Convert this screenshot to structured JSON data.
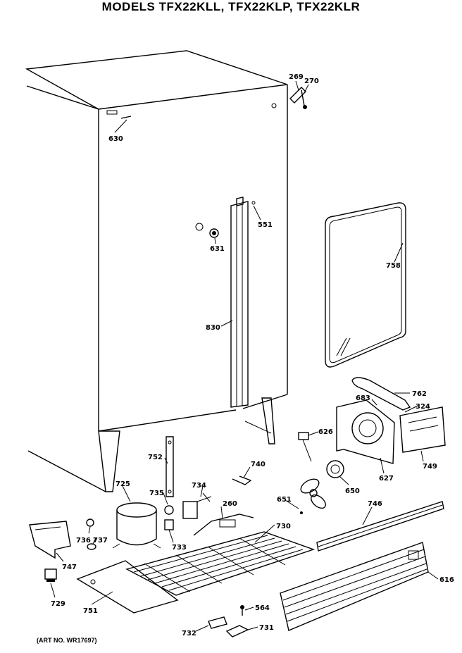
{
  "title": "MODELS TFX22KLL, TFX22KLP, TFX22KLR",
  "art_no": "(ART NO. WR17697)",
  "parts": [
    {
      "id": "p269",
      "number": "269"
    },
    {
      "id": "p270",
      "number": "270"
    },
    {
      "id": "p630",
      "number": "630"
    },
    {
      "id": "p551",
      "number": "551"
    },
    {
      "id": "p631",
      "number": "631"
    },
    {
      "id": "p758",
      "number": "758"
    },
    {
      "id": "p830",
      "number": "830"
    },
    {
      "id": "p762",
      "number": "762"
    },
    {
      "id": "p683",
      "number": "683"
    },
    {
      "id": "p324",
      "number": "324"
    },
    {
      "id": "p626",
      "number": "626"
    },
    {
      "id": "p752",
      "number": "752"
    },
    {
      "id": "p740",
      "number": "740"
    },
    {
      "id": "p749",
      "number": "749"
    },
    {
      "id": "p627",
      "number": "627"
    },
    {
      "id": "p725",
      "number": "725"
    },
    {
      "id": "p734",
      "number": "734"
    },
    {
      "id": "p735",
      "number": "735"
    },
    {
      "id": "p260",
      "number": "260"
    },
    {
      "id": "p651",
      "number": "651"
    },
    {
      "id": "p650",
      "number": "650"
    },
    {
      "id": "p746",
      "number": "746"
    },
    {
      "id": "p730",
      "number": "730"
    },
    {
      "id": "p736",
      "number": "736"
    },
    {
      "id": "p737",
      "number": "737"
    },
    {
      "id": "p733",
      "number": "733"
    },
    {
      "id": "p747",
      "number": "747"
    },
    {
      "id": "p729",
      "number": "729"
    },
    {
      "id": "p751",
      "number": "751"
    },
    {
      "id": "p616",
      "number": "616"
    },
    {
      "id": "p564",
      "number": "564"
    },
    {
      "id": "p732",
      "number": "732"
    },
    {
      "id": "p731",
      "number": "731"
    }
  ]
}
